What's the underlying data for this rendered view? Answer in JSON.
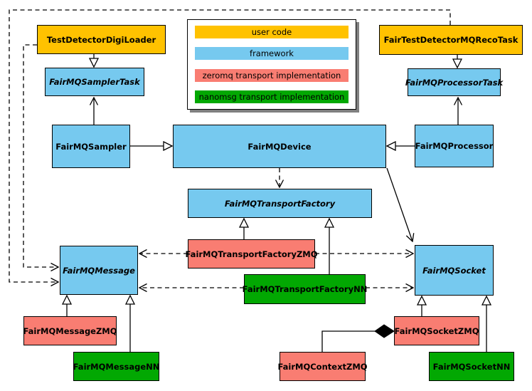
{
  "legend": {
    "items": [
      {
        "label": "user code",
        "color": "#FFC200"
      },
      {
        "label": "framework",
        "color": "#76C9EF"
      },
      {
        "label": "zeromq transport implementation",
        "color": "#F97D72"
      },
      {
        "label": "nanomsg transport implementation",
        "color": "#02A802"
      }
    ]
  },
  "nodes": {
    "digiloader": {
      "label": "TestDetectorDigiLoader",
      "category": "user code",
      "abstract": false
    },
    "recotask": {
      "label": "FairTestDetectorMQRecoTask",
      "category": "user code",
      "abstract": false
    },
    "samplertask": {
      "label": "FairMQSamplerTask",
      "category": "framework",
      "abstract": true
    },
    "processortask": {
      "label": "FairMQProcessorTask",
      "category": "framework",
      "abstract": true
    },
    "sampler": {
      "label": "FairMQSampler",
      "category": "framework",
      "abstract": false
    },
    "device": {
      "label": "FairMQDevice",
      "category": "framework",
      "abstract": false
    },
    "processor": {
      "label": "FairMQProcessor",
      "category": "framework",
      "abstract": false
    },
    "transportfactory": {
      "label": "FairMQTransportFactory",
      "category": "framework",
      "abstract": true
    },
    "transportfactoryzmq": {
      "label": "FairMQTransportFactoryZMQ",
      "category": "zeromq",
      "abstract": false
    },
    "transportfactorynn": {
      "label": "FairMQTransportFactoryNN",
      "category": "nanomsg",
      "abstract": false
    },
    "message": {
      "label": "FairMQMessage",
      "category": "framework",
      "abstract": true
    },
    "socket": {
      "label": "FairMQSocket",
      "category": "framework",
      "abstract": true
    },
    "messagezmq": {
      "label": "FairMQMessageZMQ",
      "category": "zeromq",
      "abstract": false
    },
    "messagenn": {
      "label": "FairMQMessageNN",
      "category": "nanomsg",
      "abstract": false
    },
    "contextzmq": {
      "label": "FairMQContextZMQ",
      "category": "zeromq",
      "abstract": false
    },
    "socketzmq": {
      "label": "FairMQSocketZMQ",
      "category": "zeromq",
      "abstract": false
    },
    "socketnn": {
      "label": "FairMQSocketNN",
      "category": "nanomsg",
      "abstract": false
    }
  },
  "edges": [
    {
      "from": "TestDetectorDigiLoader",
      "to": "FairMQSamplerTask",
      "type": "inheritance"
    },
    {
      "from": "FairTestDetectorMQRecoTask",
      "to": "FairMQProcessorTask",
      "type": "inheritance"
    },
    {
      "from": "FairMQSampler",
      "to": "FairMQSamplerTask",
      "type": "association"
    },
    {
      "from": "FairMQProcessor",
      "to": "FairMQProcessorTask",
      "type": "association"
    },
    {
      "from": "FairMQSampler",
      "to": "FairMQDevice",
      "type": "inheritance"
    },
    {
      "from": "FairMQProcessor",
      "to": "FairMQDevice",
      "type": "inheritance"
    },
    {
      "from": "FairMQDevice",
      "to": "FairMQTransportFactory",
      "type": "dependency"
    },
    {
      "from": "FairMQDevice",
      "to": "FairMQSocket",
      "type": "association"
    },
    {
      "from": "FairMQTransportFactoryZMQ",
      "to": "FairMQTransportFactory",
      "type": "inheritance"
    },
    {
      "from": "FairMQTransportFactoryNN",
      "to": "FairMQTransportFactory",
      "type": "inheritance"
    },
    {
      "from": "FairMQTransportFactoryZMQ",
      "to": "FairMQMessage",
      "type": "dependency"
    },
    {
      "from": "FairMQTransportFactoryZMQ",
      "to": "FairMQSocket",
      "type": "dependency"
    },
    {
      "from": "FairMQTransportFactoryNN",
      "to": "FairMQMessage",
      "type": "dependency"
    },
    {
      "from": "FairMQTransportFactoryNN",
      "to": "FairMQSocket",
      "type": "dependency"
    },
    {
      "from": "TestDetectorDigiLoader",
      "to": "FairMQMessage",
      "type": "dependency"
    },
    {
      "from": "FairTestDetectorMQRecoTask",
      "to": "FairMQMessage",
      "type": "dependency"
    },
    {
      "from": "FairMQMessageZMQ",
      "to": "FairMQMessage",
      "type": "inheritance"
    },
    {
      "from": "FairMQMessageNN",
      "to": "FairMQMessage",
      "type": "inheritance"
    },
    {
      "from": "FairMQSocketZMQ",
      "to": "FairMQSocket",
      "type": "inheritance"
    },
    {
      "from": "FairMQSocketNN",
      "to": "FairMQSocket",
      "type": "inheritance"
    },
    {
      "from": "FairMQContextZMQ",
      "to": "FairMQSocketZMQ",
      "type": "composition"
    }
  ],
  "colors": {
    "user_code": "#FFC200",
    "framework": "#76C9EF",
    "zeromq": "#F97D72",
    "nanomsg": "#02A802"
  }
}
